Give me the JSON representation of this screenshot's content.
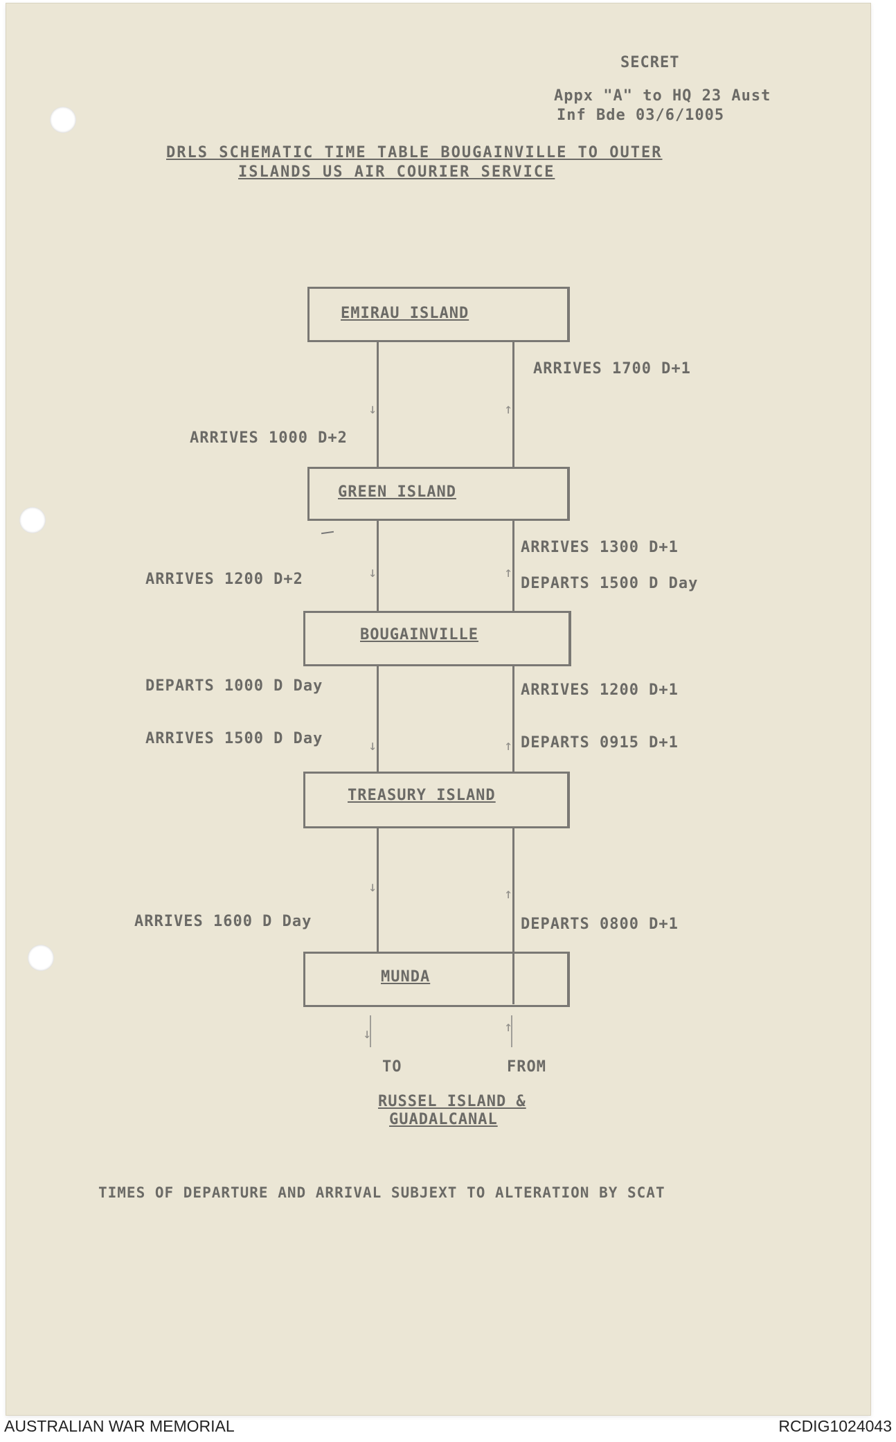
{
  "header": {
    "classification": "SECRET",
    "appendix_line1": "Appx \"A\" to HQ 23 Aust",
    "appendix_line2": "Inf Bde 03/6/1005"
  },
  "title": {
    "line1": "DRLS SCHEMATIC TIME TABLE BOUGAINVILLE TO OUTER",
    "line2": "ISLANDS US AIR COURIER SERVICE"
  },
  "stations": [
    {
      "name": "EMIRAU ISLAND"
    },
    {
      "name": "GREEN ISLAND"
    },
    {
      "name": "BOUGAINVILLE"
    },
    {
      "name": "TREASURY ISLAND"
    },
    {
      "name": "MUNDA"
    }
  ],
  "legs": {
    "emirau_green": {
      "left": [
        "ARRIVES 1000 D+2"
      ],
      "right": [
        "ARRIVES 1700 D+1"
      ]
    },
    "green_bougainville": {
      "left": [
        "ARRIVES 1200 D+2"
      ],
      "right": [
        "ARRIVES 1300 D+1",
        "DEPARTS 1500 D Day"
      ]
    },
    "bougainville_treasury": {
      "left": [
        "DEPARTS 1000 D Day",
        "ARRIVES 1500 D Day"
      ],
      "right": [
        "ARRIVES 1200 D+1",
        "DEPARTS 0915 D+1"
      ]
    },
    "treasury_munda": {
      "left": [
        "ARRIVES 1600 D Day"
      ],
      "right": [
        "DEPARTS 0800 D+1"
      ]
    }
  },
  "bottom": {
    "to_label": "TO",
    "from_label": "FROM",
    "destination_line1": "RUSSEL ISLAND &",
    "destination_line2": "GUADALCANAL"
  },
  "note": "TIMES OF DEPARTURE AND ARRIVAL SUBJEXT TO ALTERATION BY SCAT",
  "footer": {
    "left": "AUSTRALIAN WAR MEMORIAL",
    "right": "RCDIG1024043"
  }
}
